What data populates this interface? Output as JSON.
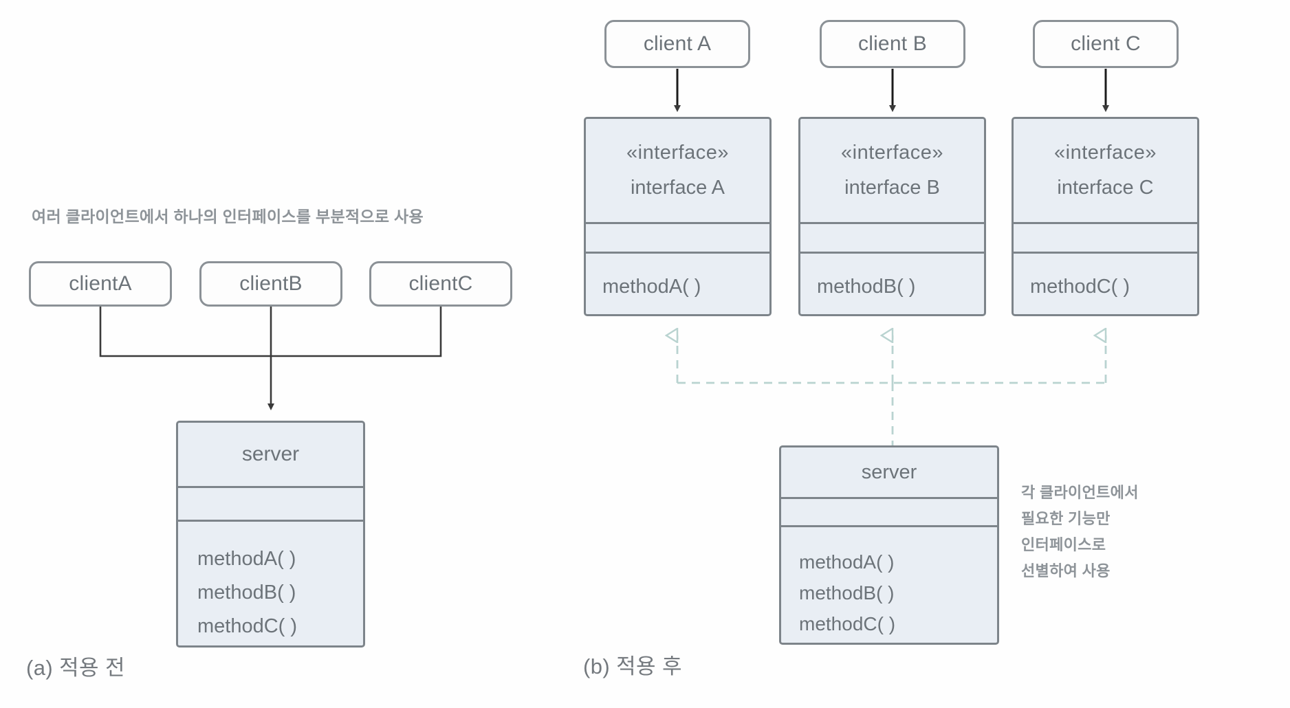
{
  "figure": {
    "panel_a": {
      "caption": "(a) 적용 전",
      "annotation": "여러 클라이언트에서 하나의 인터페이스를 부분적으로 사용",
      "clients": [
        {
          "label": "clientA"
        },
        {
          "label": "clientB"
        },
        {
          "label": "clientC"
        }
      ],
      "server": {
        "name": "server",
        "attributes": [],
        "operations": [
          "methodA( )",
          "methodB( )",
          "methodC( )"
        ]
      }
    },
    "panel_b": {
      "caption": "(b) 적용 후",
      "annotation_lines": [
        "각 클라이언트에서",
        "필요한 기능만",
        "인터페이스로",
        "선별하여 사용"
      ],
      "clients": [
        {
          "label": "client A"
        },
        {
          "label": "client B"
        },
        {
          "label": "client C"
        }
      ],
      "interfaces": [
        {
          "stereotype": "«interface»",
          "name": "interface A",
          "operations": [
            "methodA( )"
          ]
        },
        {
          "stereotype": "«interface»",
          "name": "interface B",
          "operations": [
            "methodB( )"
          ]
        },
        {
          "stereotype": "«interface»",
          "name": "interface C",
          "operations": [
            "methodC( )"
          ]
        }
      ],
      "server": {
        "name": "server",
        "attributes": [],
        "operations": [
          "methodA( )",
          "methodB( )",
          "methodC( )"
        ]
      }
    }
  },
  "colors": {
    "box_fill": "#e9eef4",
    "box_border": "#7d848a",
    "client_border": "#8b9196",
    "text": "#6c7379",
    "solid_connector": "#3a3a3a",
    "realization_connector": "#b9d3d0",
    "annotation_text": "#8d9398"
  }
}
